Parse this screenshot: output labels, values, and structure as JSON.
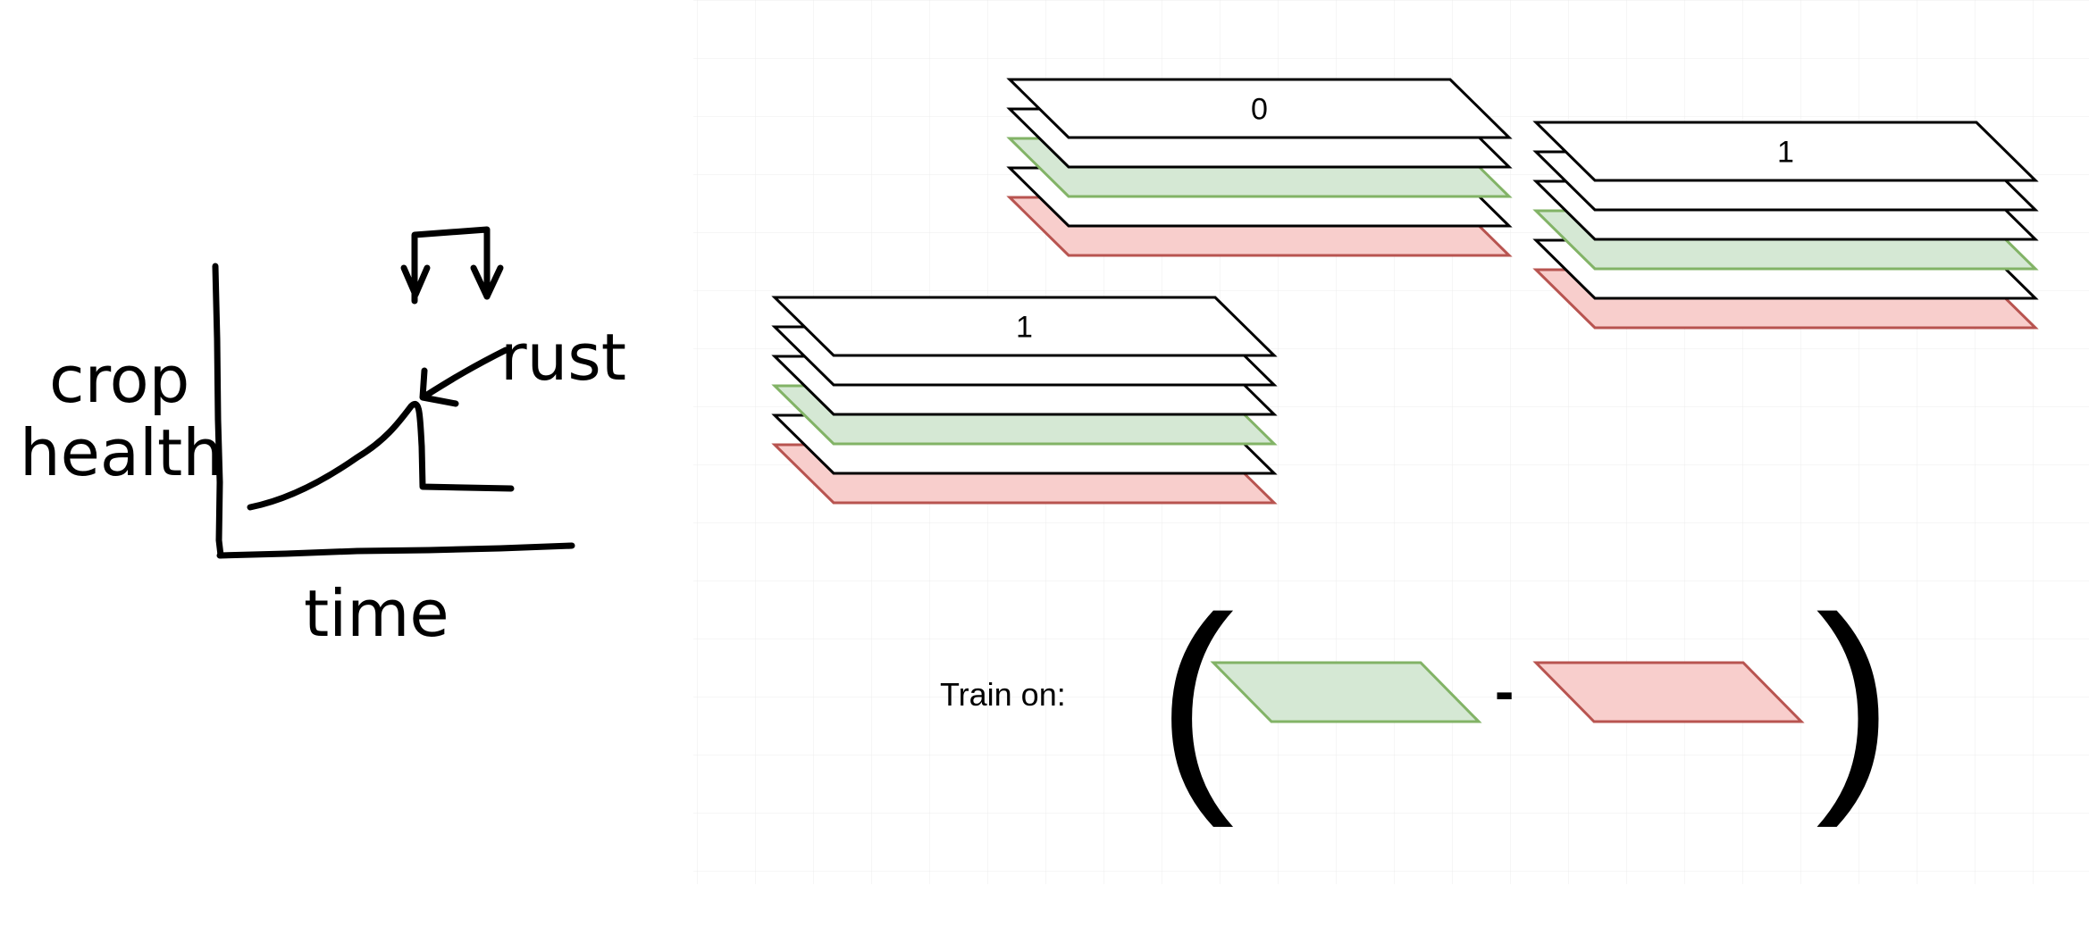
{
  "sketch": {
    "y_label_line1": "crop",
    "y_label_line2": "health",
    "x_label": "time",
    "annotation": "rust"
  },
  "stacks": [
    {
      "label": "0",
      "layers": [
        "white",
        "white",
        "green",
        "white",
        "red"
      ]
    },
    {
      "label": "1",
      "layers": [
        "white",
        "white",
        "white",
        "green",
        "white",
        "red"
      ]
    },
    {
      "label": "1",
      "layers": [
        "white",
        "white",
        "white",
        "green",
        "white",
        "red"
      ]
    }
  ],
  "formula": {
    "prefix": "Train on:",
    "open_paren": "(",
    "operator": "-",
    "close_paren": ")",
    "terms": [
      "green",
      "red"
    ]
  },
  "colors": {
    "green_fill": "#d5e8d4",
    "green_stroke": "#82b366",
    "red_fill": "#f8cecc",
    "red_stroke": "#b85450",
    "white_fill": "#ffffff",
    "white_stroke": "#000000",
    "grid": "#eeeeee"
  }
}
